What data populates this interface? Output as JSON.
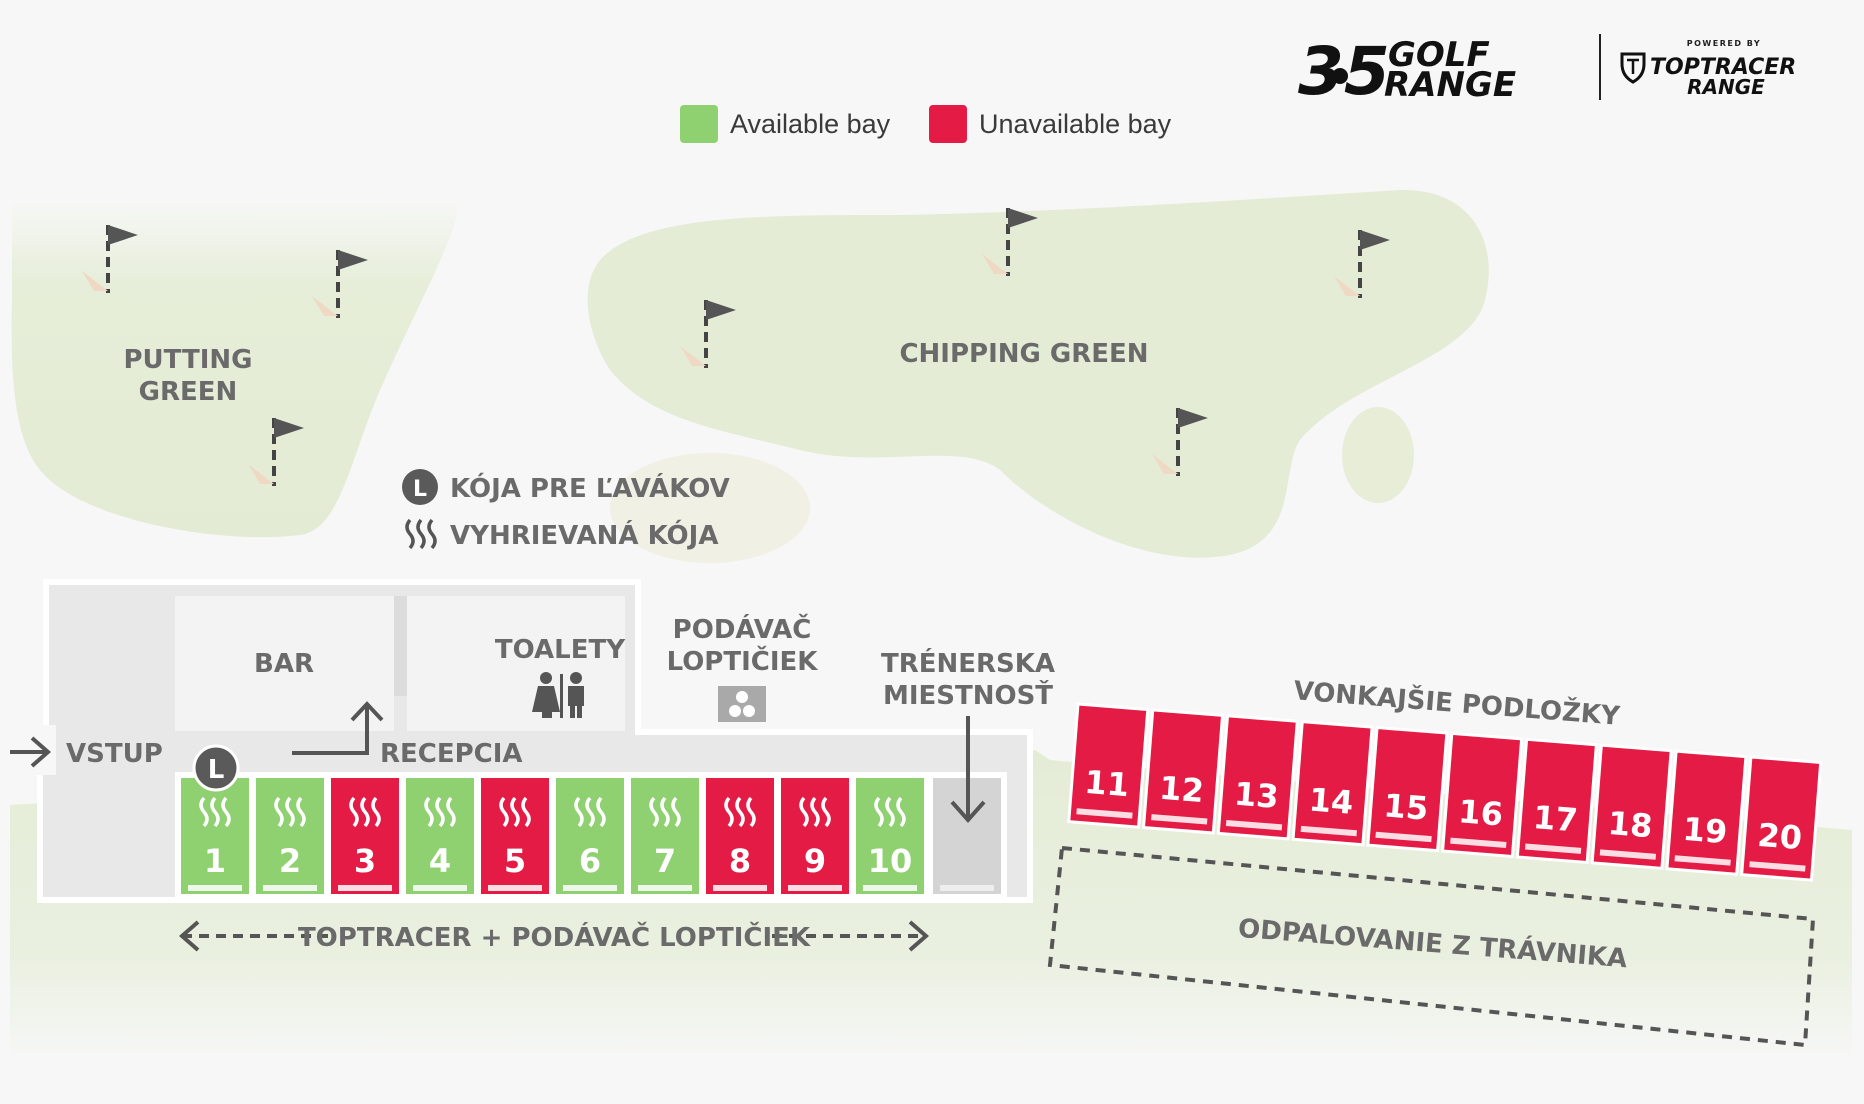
{
  "brand": {
    "logo_number": "35",
    "logo_line1": "GOLF",
    "logo_line2": "RANGE",
    "partner_small": "POWERED BY",
    "partner_line1": "TOPTRACER",
    "partner_line2": "RANGE"
  },
  "colors": {
    "available": "#8fd070",
    "unavailable": "#e31b45",
    "green_area": "#e4ecd6",
    "building": "#e8e8e8",
    "text": "#6a6a6a"
  },
  "legend": {
    "available": "Available bay",
    "unavailable": "Unavailable bay"
  },
  "areas": {
    "putting_green": [
      "PUTTING",
      "GREEN"
    ],
    "chipping_green": "CHIPPING GREEN",
    "bar": "BAR",
    "toalety": "TOALETY",
    "podavac": [
      "PODÁVAČ",
      "LOPTIČIEK"
    ],
    "trenerska": [
      "TRÉNERSKA",
      "MIESTNOSŤ"
    ],
    "vstup": "VSTUP",
    "recepcia": "RECEPCIA",
    "vonkajsie": "VONKAJŠIE PODLOŽKY",
    "odpalovanie": "ODPALOVANIE Z TRÁVNIKA",
    "toptracer_row": "TOPTRACER + PODÁVAČ LOPTIČIEK"
  },
  "key": {
    "lefty_badge": "L",
    "lefty_label": "KÓJA PRE ĽAVÁKOV",
    "heated_label": "VYHRIEVANÁ KÓJA"
  },
  "indoor_bays": [
    {
      "number": "1",
      "status": "available",
      "heated": true,
      "lefty": true
    },
    {
      "number": "2",
      "status": "available",
      "heated": true,
      "lefty": false
    },
    {
      "number": "3",
      "status": "unavailable",
      "heated": true,
      "lefty": false
    },
    {
      "number": "4",
      "status": "available",
      "heated": true,
      "lefty": false
    },
    {
      "number": "5",
      "status": "unavailable",
      "heated": true,
      "lefty": false
    },
    {
      "number": "6",
      "status": "available",
      "heated": true,
      "lefty": false
    },
    {
      "number": "7",
      "status": "available",
      "heated": true,
      "lefty": false
    },
    {
      "number": "8",
      "status": "unavailable",
      "heated": true,
      "lefty": false
    },
    {
      "number": "9",
      "status": "unavailable",
      "heated": true,
      "lefty": false
    },
    {
      "number": "10",
      "status": "available",
      "heated": true,
      "lefty": false
    }
  ],
  "outdoor_bays": [
    {
      "number": "11",
      "status": "unavailable"
    },
    {
      "number": "12",
      "status": "unavailable"
    },
    {
      "number": "13",
      "status": "unavailable"
    },
    {
      "number": "14",
      "status": "unavailable"
    },
    {
      "number": "15",
      "status": "unavailable"
    },
    {
      "number": "16",
      "status": "unavailable"
    },
    {
      "number": "17",
      "status": "unavailable"
    },
    {
      "number": "18",
      "status": "unavailable"
    },
    {
      "number": "19",
      "status": "unavailable"
    },
    {
      "number": "20",
      "status": "unavailable"
    }
  ]
}
